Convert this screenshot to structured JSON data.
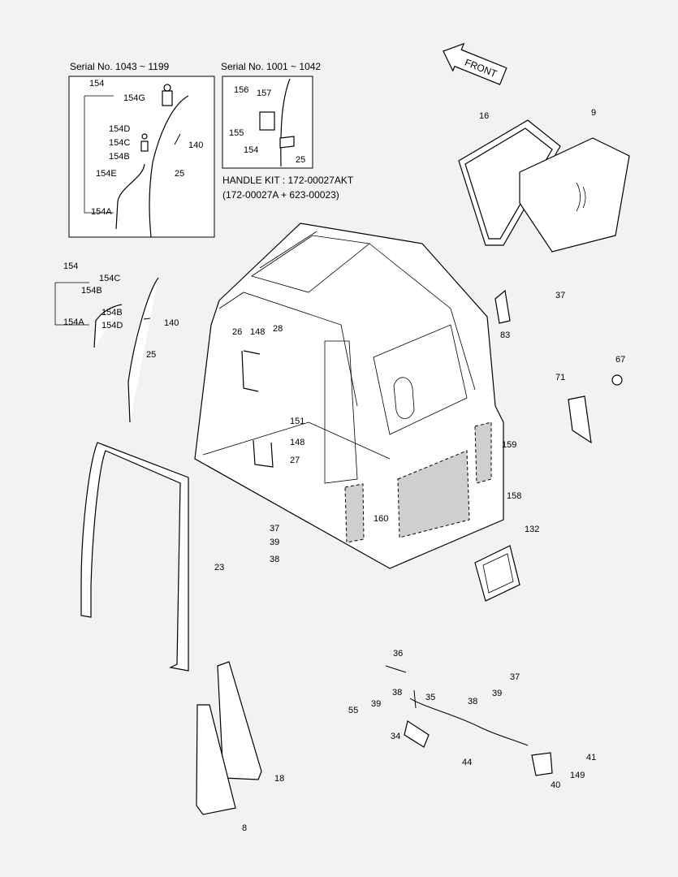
{
  "insets": {
    "left_title": "Serial No. 1043 ~ 1199",
    "right_title": "Serial No. 1001 ~ 1042",
    "handle_kit_line1": "HANDLE KIT : 172-00027AKT",
    "handle_kit_line2": "(172-00027A + 623-00023)"
  },
  "front_arrow": {
    "label": "FRONT"
  },
  "callouts": [
    "154",
    "154G",
    "154D",
    "154C",
    "154B",
    "154E",
    "154A",
    "140",
    "25",
    "156",
    "157",
    "155",
    "154",
    "25",
    "16",
    "9",
    "154",
    "154C",
    "154B",
    "154A",
    "154B",
    "154D",
    "140",
    "25",
    "26",
    "148",
    "28",
    "37",
    "83",
    "67",
    "71",
    "151",
    "148",
    "27",
    "159",
    "158",
    "160",
    "37",
    "39",
    "38",
    "132",
    "23",
    "36",
    "37",
    "38",
    "39",
    "55",
    "39",
    "38",
    "35",
    "34",
    "44",
    "41",
    "149",
    "40",
    "18",
    "8"
  ]
}
